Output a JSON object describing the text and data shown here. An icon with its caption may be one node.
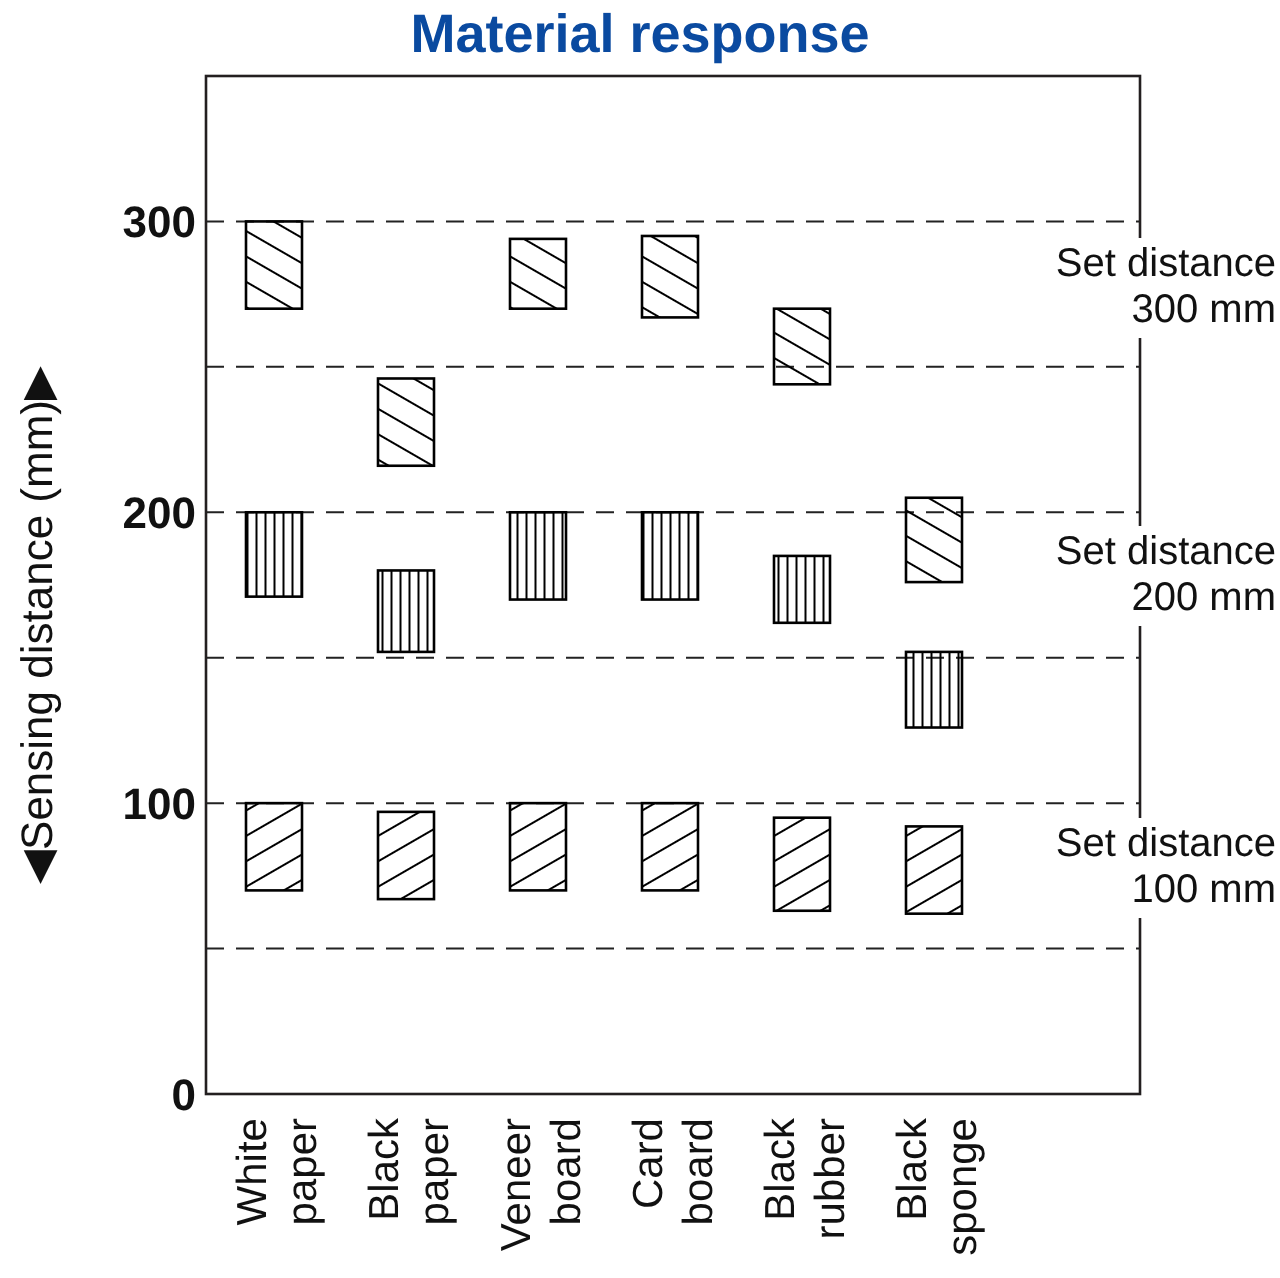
{
  "diagram": {
    "title": "Material response",
    "labels": [
      "◀Sensing distance (mm)▶",
      "300",
      "Set distance 300 mm",
      "200",
      "Set distance 200 mm",
      "100",
      "Set distance 100 mm",
      "0",
      "White paper",
      "Black paper",
      "Veneer board",
      "Card board",
      "Black rubber",
      "Black sponge"
    ]
  }
}
